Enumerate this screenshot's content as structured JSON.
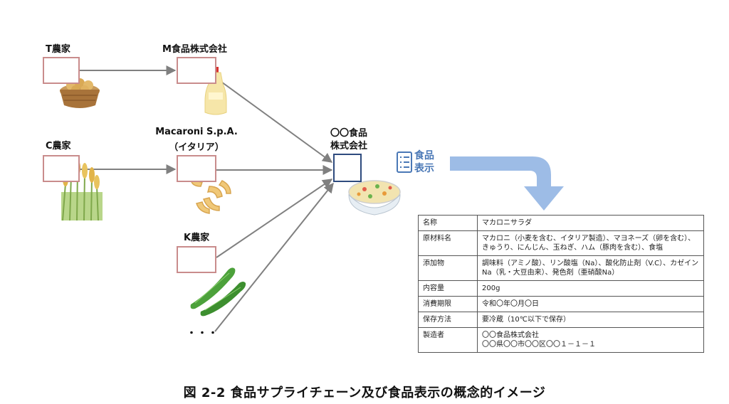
{
  "nodes": {
    "t_farm": "T農家",
    "m_company": "M食品株式会社",
    "c_farm": "C農家",
    "macaroni_line1": "Macaroni S.p.A.",
    "macaroni_line2": "（イタリア）",
    "k_farm": "K農家",
    "ellipsis": "・・・",
    "target_line1": "〇〇食品",
    "target_line2": "株式会社"
  },
  "food_label": {
    "title_line1": "食品",
    "title_line2": "表示",
    "rows": [
      {
        "key": "名称",
        "value": "マカロニサラダ"
      },
      {
        "key": "原材料名",
        "value": "マカロニ（小麦を含む、イタリア製造）、マヨネーズ（卵を含む）、きゅうり、にんじん、玉ねぎ、ハム（豚肉を含む）、食塩"
      },
      {
        "key": "添加物",
        "value": "調味料（アミノ酸）、リン酸塩（Na）、酸化防止剤（V.C）、カゼインNa（乳・大豆由来）、発色剤（亜硝酸Na）"
      },
      {
        "key": "内容量",
        "value": "200g"
      },
      {
        "key": "消費期限",
        "value": "令和〇年〇月〇日"
      },
      {
        "key": "保存方法",
        "value": "要冷蔵（10℃以下で保存）"
      },
      {
        "key": "製造者",
        "value": "〇〇食品株式会社\n〇〇県〇〇市〇〇区〇〇１－１－１"
      }
    ]
  },
  "caption": "図 2-2 食品サプライチェーン及び食品表示の概念的イメージ",
  "colors": {
    "supplier_box": "#c98c8c",
    "target_box": "#2e4b7e",
    "arrow": "#808080",
    "label_arrow": "#9dbce6",
    "label_title": "#4a78b6"
  },
  "icons": [
    "potato-basket-icon",
    "mayonnaise-bottle-icon",
    "wheat-icon",
    "macaroni-icon",
    "cucumber-icon",
    "macaroni-salad-icon",
    "document-list-icon"
  ]
}
